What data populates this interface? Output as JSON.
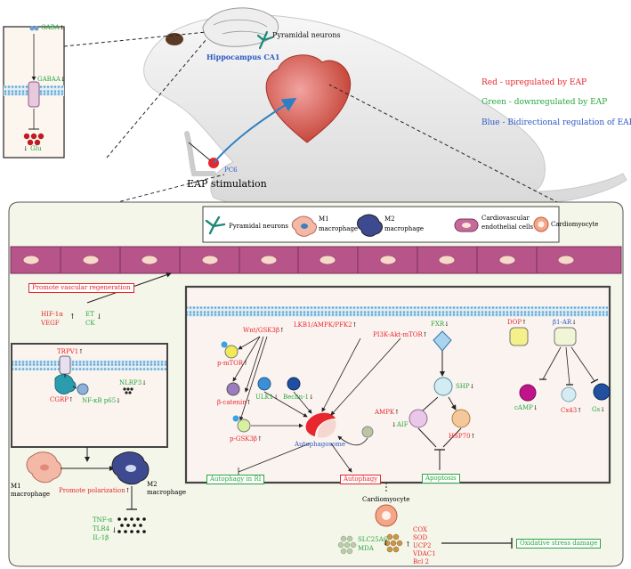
{
  "top": {
    "pyramidal_neurons": "Pyramidal neurons",
    "hippocampus": "Hippocampus CA1",
    "pc6": "PC6",
    "eap_stimulation": "EAP stimulation"
  },
  "inset": {
    "gaba": "GABA",
    "gabaa": "GABAA",
    "glu": "Glu"
  },
  "legend_colors": {
    "red": "Red - upregulated by EAP",
    "green": "Green - downregulated by EAP",
    "blue": "Blue - Bidirectional regulation of EAP"
  },
  "cell_legend": {
    "pyramidal": "Pyramidal neurons",
    "m1": "M1",
    "m1b": "macrophage",
    "m2": "M2",
    "m2b": "macrophage",
    "endo": "Cardiovascular",
    "endob": "endothelial cells",
    "cardio": "Cardiomyocyte"
  },
  "left": {
    "promote_vascular": "Promote vascular regeneration",
    "hif": "HIF-1α",
    "vegf": "VEGF",
    "et": "ET",
    "ck": "CK",
    "trpv1": "TRPV1",
    "cgrp": "CGRP",
    "nfkb": "NF-κB p65",
    "nlrp3": "NLRP3",
    "m1": "M1",
    "m1b": "macrophage",
    "m2": "M2",
    "m2b": "macrophage",
    "promote_polarization": "Promote polarization",
    "tnf": "TNF-α",
    "tlr4": "TLR4",
    "il1b": "IL-1β"
  },
  "center": {
    "wnt": "Wnt/GSK3β",
    "lkb": "LKB1/AMPK/PFK2",
    "pi3k": "PI3K-Akt-mTOR",
    "pmtor": "p-mTOR",
    "bcat": "β-catenin",
    "ulk1": "ULK1",
    "beclin": "Beclin-1",
    "pgsk": "p-GSK3β",
    "ampk": "AMPK",
    "autophagosome": "Autophagosome",
    "autophagy_ri": "Autophagy in RI",
    "autophagy": "Autophagy",
    "fxr": "FXR",
    "shp": "SHP",
    "aif": "AIF",
    "hsp70": "HSP70",
    "apoptosis": "Apoptosis",
    "dop": "DOP",
    "b1ar": "β1-AR",
    "camp": "cAMP",
    "cx43": "Cx43",
    "gs": "Gs"
  },
  "bottom": {
    "cardiomyocyte": "Cardiomyocyte",
    "slc": "SLC25A6",
    "mda": "MDA",
    "cox": "COX",
    "sod": "SOD",
    "ucp2": "UCP2",
    "vdac1": "VDAC1",
    "bcl2": "Bcl 2",
    "oxidative": "Oxidative stress damage"
  },
  "arrows": {
    "down": "↓",
    "up": "↑"
  },
  "colors": {
    "up": "#e8262d",
    "down": "#27a640",
    "bidirectional": "#2c58c4",
    "panel_bg": "#f4f6e9",
    "vessel": "#b7558a"
  }
}
